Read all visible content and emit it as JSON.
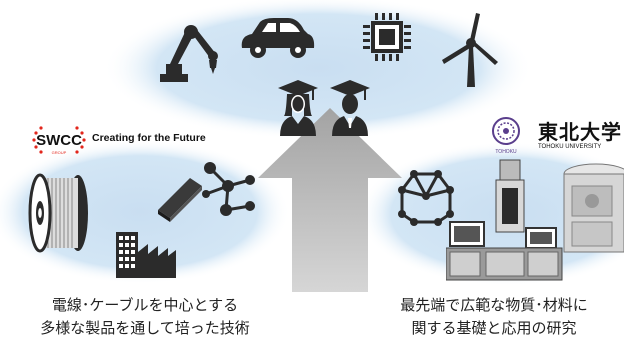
{
  "swcc": {
    "logo_text": "SWCC",
    "group_text": "GROUP",
    "tagline": "Creating for the Future"
  },
  "tohoku": {
    "name_jp": "東北大学",
    "name_en": "TOHOKU UNIVERSITY",
    "seal_caption": "TOHOKU"
  },
  "left_caption": {
    "line1": "電線･ケーブルを中心とする",
    "line2": "多様な製品を通して培った技術"
  },
  "right_caption": {
    "line1": "最先端で広範な物質･材料に",
    "line2": "関する基礎と応用の研究"
  },
  "colors": {
    "ellipse": "#cfe3f3",
    "icon": "#2b2b2b",
    "arrow": "#a9a9a9",
    "swcc_red": "#e2261c"
  },
  "icons": [
    "robot-arm-icon",
    "car-icon",
    "chip-icon",
    "wind-turbine-icon",
    "graduate-female-icon",
    "graduate-male-icon",
    "cable-spool-icon",
    "ingot-icon",
    "molecule-icon",
    "factory-icon",
    "crystal-lattice-icon",
    "lab-machine-icon",
    "furnace-icon"
  ]
}
